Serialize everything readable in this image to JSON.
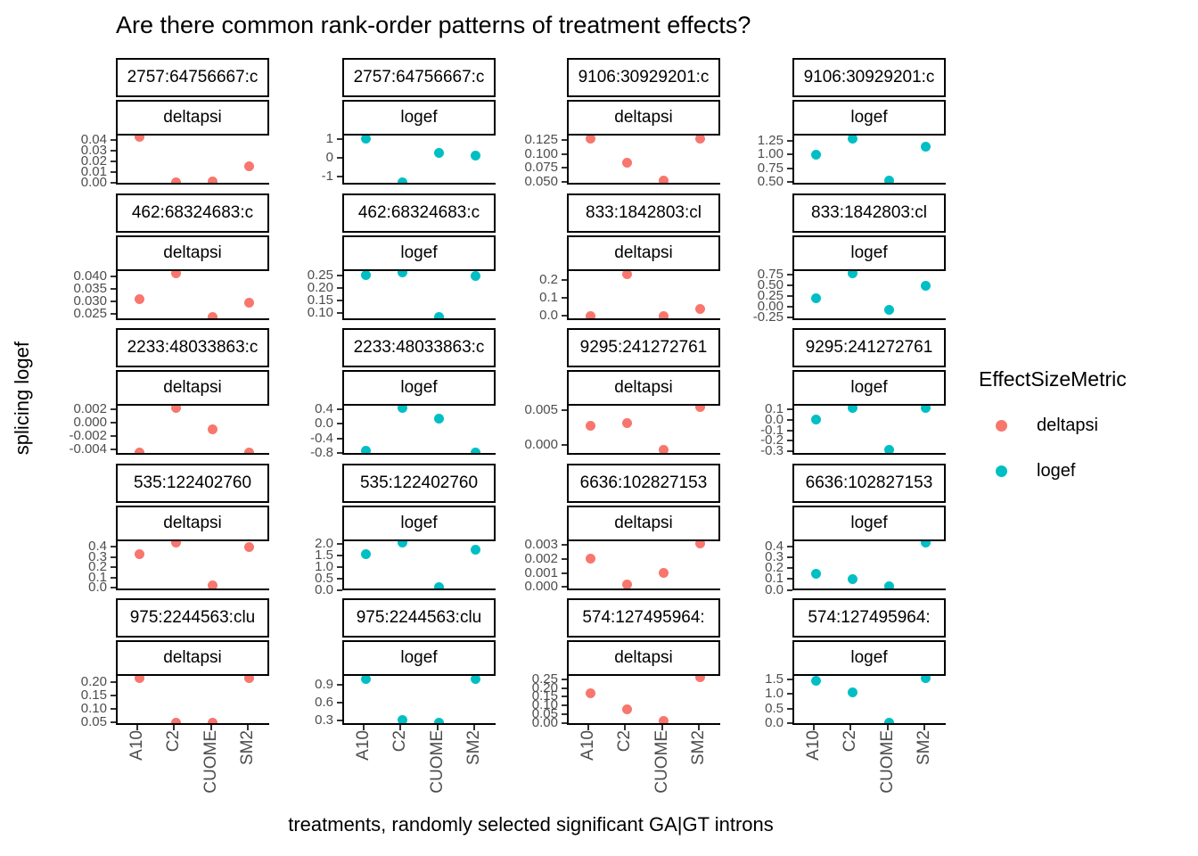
{
  "title": "Are there common rank-order patterns of treatment effects?",
  "axes": {
    "x_title": "treatments, randomly selected significant GA|GT introns",
    "y_title": "splicing logef"
  },
  "legend": {
    "title": "EffectSizeMetric",
    "items": [
      {
        "label": "deltapsi",
        "color": "#F8766D"
      },
      {
        "label": "logef",
        "color": "#00BFC4"
      }
    ]
  },
  "colors": {
    "deltapsi": "#F8766D",
    "logef": "#00BFC4",
    "axis_text": "#4d4d4d"
  },
  "chart_data": {
    "type": "scatter",
    "facet_grid": {
      "rows": 5,
      "cols": 4
    },
    "x_categories": [
      "A10",
      "C2",
      "CUOME",
      "SM2"
    ],
    "facets": [
      {
        "row": 1,
        "col": 1,
        "intron_label": "2757:64756667:c",
        "metric": "deltapsi",
        "yticks": [
          "0.04",
          "0.03",
          "0.02",
          "0.01",
          "0.00"
        ],
        "ylim": [
          -0.0015,
          0.0445
        ],
        "values": [
          0.0435,
          0.0003,
          0.0012,
          0.016
        ]
      },
      {
        "row": 1,
        "col": 2,
        "intron_label": "2757:64756667:c",
        "metric": "logef",
        "yticks": [
          "1",
          "0",
          "-1"
        ],
        "ylim": [
          -1.45,
          1.2
        ],
        "values": [
          1.05,
          -1.35,
          0.28,
          0.12
        ]
      },
      {
        "row": 1,
        "col": 3,
        "intron_label": "9106:30929201:c",
        "metric": "deltapsi",
        "yticks": [
          "0.125",
          "0.100",
          "0.075",
          "0.050"
        ],
        "ylim": [
          0.045,
          0.133
        ],
        "values": [
          0.128,
          0.085,
          0.053,
          0.127
        ]
      },
      {
        "row": 1,
        "col": 4,
        "intron_label": "9106:30929201:c",
        "metric": "logef",
        "yticks": [
          "1.25",
          "1.00",
          "0.75",
          "0.50"
        ],
        "ylim": [
          0.45,
          1.35
        ],
        "values": [
          1.0,
          1.3,
          0.52,
          1.15
        ]
      },
      {
        "row": 2,
        "col": 1,
        "intron_label": "462:68324683:c",
        "metric": "deltapsi",
        "yticks": [
          "0.040",
          "0.035",
          "0.030",
          "0.025"
        ],
        "ylim": [
          0.0225,
          0.0425
        ],
        "values": [
          0.031,
          0.0415,
          0.0235,
          0.0295
        ]
      },
      {
        "row": 2,
        "col": 2,
        "intron_label": "462:68324683:c",
        "metric": "logef",
        "yticks": [
          "0.25",
          "0.20",
          "0.15",
          "0.10"
        ],
        "ylim": [
          0.075,
          0.27
        ],
        "values": [
          0.253,
          0.262,
          0.085,
          0.25
        ]
      },
      {
        "row": 2,
        "col": 3,
        "intron_label": "833:1842803:cl",
        "metric": "deltapsi",
        "yticks": [
          "0.2",
          "0.1",
          "0.0"
        ],
        "ylim": [
          -0.02,
          0.25
        ],
        "values": [
          0.002,
          0.23,
          0.002,
          0.04
        ]
      },
      {
        "row": 2,
        "col": 4,
        "intron_label": "833:1842803:cl",
        "metric": "logef",
        "yticks": [
          "0.75",
          "0.50",
          "0.25",
          "0.00",
          "-0.25"
        ],
        "ylim": [
          -0.3,
          0.85
        ],
        "values": [
          0.2,
          0.78,
          -0.08,
          0.5
        ]
      },
      {
        "row": 3,
        "col": 1,
        "intron_label": "2233:48033863:c",
        "metric": "deltapsi",
        "yticks": [
          "0.002",
          "0.000",
          "-0.002",
          "-0.004"
        ],
        "ylim": [
          -0.0048,
          0.0026
        ],
        "values": [
          -0.0044,
          0.0022,
          -0.001,
          -0.0044
        ]
      },
      {
        "row": 3,
        "col": 2,
        "intron_label": "2233:48033863:c",
        "metric": "logef",
        "yticks": [
          "0.4",
          "0.0",
          "-0.4",
          "-0.8"
        ],
        "ylim": [
          -0.85,
          0.5
        ],
        "values": [
          -0.75,
          0.45,
          0.15,
          -0.8
        ]
      },
      {
        "row": 3,
        "col": 3,
        "intron_label": "9295:241272761",
        "metric": "deltapsi",
        "yticks": [
          "0.005",
          "0.000"
        ],
        "ylim": [
          -0.0015,
          0.0057
        ],
        "values": [
          0.0028,
          0.0032,
          -0.0008,
          0.0055
        ]
      },
      {
        "row": 3,
        "col": 4,
        "intron_label": "9295:241272761",
        "metric": "logef",
        "yticks": [
          "0.1",
          "0.0",
          "-0.1",
          "-0.2",
          "-0.3"
        ],
        "ylim": [
          -0.33,
          0.13
        ],
        "values": [
          0.0,
          0.11,
          -0.28,
          0.11
        ]
      },
      {
        "row": 4,
        "col": 1,
        "intron_label": "535:122402760",
        "metric": "deltapsi",
        "yticks": [
          "0.4",
          "0.3",
          "0.2",
          "0.1",
          "0.0"
        ],
        "ylim": [
          -0.02,
          0.46
        ],
        "values": [
          0.33,
          0.44,
          0.02,
          0.4
        ]
      },
      {
        "row": 4,
        "col": 2,
        "intron_label": "535:122402760",
        "metric": "logef",
        "yticks": [
          "2.0",
          "1.5",
          "1.0",
          "0.5",
          "0.0"
        ],
        "ylim": [
          0.0,
          2.15
        ],
        "values": [
          1.55,
          2.08,
          0.12,
          1.75
        ]
      },
      {
        "row": 4,
        "col": 3,
        "intron_label": "6636:102827153",
        "metric": "deltapsi",
        "yticks": [
          "0.003",
          "0.002",
          "0.001",
          "0.000"
        ],
        "ylim": [
          -0.0002,
          0.0033
        ],
        "values": [
          0.002,
          0.0002,
          0.001,
          0.0031
        ]
      },
      {
        "row": 4,
        "col": 4,
        "intron_label": "6636:102827153",
        "metric": "logef",
        "yticks": [
          "0.4",
          "0.3",
          "0.2",
          "0.1",
          "0.0"
        ],
        "ylim": [
          0.0,
          0.45
        ],
        "values": [
          0.15,
          0.1,
          0.03,
          0.43
        ]
      },
      {
        "row": 5,
        "col": 1,
        "intron_label": "975:2244563:clu",
        "metric": "deltapsi",
        "yticks": [
          "0.20",
          "0.15",
          "0.10",
          "0.05"
        ],
        "ylim": [
          0.04,
          0.225
        ],
        "values": [
          0.215,
          0.05,
          0.048,
          0.215
        ]
      },
      {
        "row": 5,
        "col": 2,
        "intron_label": "975:2244563:clu",
        "metric": "logef",
        "yticks": [
          "0.9",
          "0.6",
          "0.3"
        ],
        "ylim": [
          0.22,
          1.05
        ],
        "values": [
          1.0,
          0.3,
          0.26,
          1.0
        ]
      },
      {
        "row": 5,
        "col": 3,
        "intron_label": "574:127495964:",
        "metric": "deltapsi",
        "yticks": [
          "0.25",
          "0.20",
          "0.15",
          "0.10",
          "0.05",
          "0.00"
        ],
        "ylim": [
          -0.012,
          0.27
        ],
        "values": [
          0.17,
          0.08,
          0.01,
          0.262
        ]
      },
      {
        "row": 5,
        "col": 4,
        "intron_label": "574:127495964:",
        "metric": "logef",
        "yticks": [
          "1.5",
          "1.0",
          "0.5",
          "0.0"
        ],
        "ylim": [
          -0.06,
          1.62
        ],
        "values": [
          1.45,
          1.05,
          0.02,
          1.55
        ]
      }
    ]
  }
}
